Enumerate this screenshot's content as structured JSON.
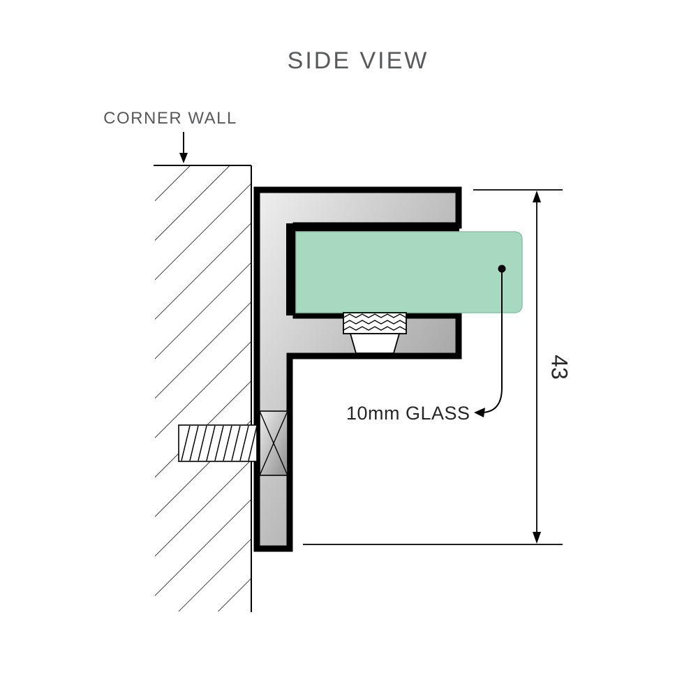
{
  "title": "SIDE VIEW",
  "wall_label": "CORNER WALL",
  "glass_label": "10mm GLASS",
  "dimension_label": "43",
  "colors": {
    "glass_fill": "#a6d9c0",
    "glass_stroke": "#8cc3aa",
    "metal_light": "#efefef",
    "metal_dark": "#8d8d8d",
    "outline": "#000000",
    "label_gray": "#58595b",
    "label_dark": "#262626"
  }
}
